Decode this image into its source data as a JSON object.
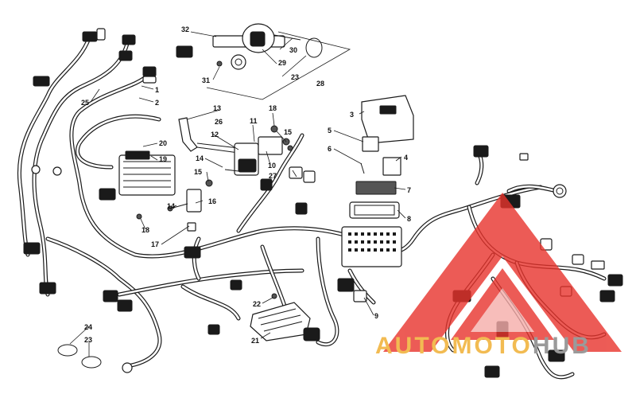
{
  "callouts": [
    {
      "id": "c1",
      "text": "1"
    },
    {
      "id": "c2",
      "text": "2"
    },
    {
      "id": "c3",
      "text": "3"
    },
    {
      "id": "c4",
      "text": "4"
    },
    {
      "id": "c5",
      "text": "5"
    },
    {
      "id": "c6",
      "text": "6"
    },
    {
      "id": "c7",
      "text": "7"
    },
    {
      "id": "c8",
      "text": "8"
    },
    {
      "id": "c9",
      "text": "9"
    },
    {
      "id": "c10",
      "text": "10"
    },
    {
      "id": "c11",
      "text": "11"
    },
    {
      "id": "c12",
      "text": "12"
    },
    {
      "id": "c13",
      "text": "13"
    },
    {
      "id": "c14a",
      "text": "14"
    },
    {
      "id": "c14b",
      "text": "14"
    },
    {
      "id": "c15a",
      "text": "15"
    },
    {
      "id": "c15b",
      "text": "15"
    },
    {
      "id": "c16",
      "text": "16"
    },
    {
      "id": "c17",
      "text": "17"
    },
    {
      "id": "c18a",
      "text": "18"
    },
    {
      "id": "c18b",
      "text": "18"
    },
    {
      "id": "c19",
      "text": "19"
    },
    {
      "id": "c20",
      "text": "20"
    },
    {
      "id": "c21",
      "text": "21"
    },
    {
      "id": "c22",
      "text": "22"
    },
    {
      "id": "c23a",
      "text": "23"
    },
    {
      "id": "c23b",
      "text": "23"
    },
    {
      "id": "c24",
      "text": "24"
    },
    {
      "id": "c25",
      "text": "25"
    },
    {
      "id": "c26",
      "text": "26"
    },
    {
      "id": "c27",
      "text": "27"
    },
    {
      "id": "c28",
      "text": "28"
    },
    {
      "id": "c29",
      "text": "29"
    },
    {
      "id": "c30",
      "text": "30"
    },
    {
      "id": "c31",
      "text": "31"
    },
    {
      "id": "c32",
      "text": "32"
    }
  ],
  "watermark": {
    "part1": "AUTO",
    "part2": "MOTO",
    "part3": "HUB",
    "logo_color": "#e8332c",
    "text_color_1": "#f2bb52",
    "text_color_2": "#9a9a9a"
  }
}
